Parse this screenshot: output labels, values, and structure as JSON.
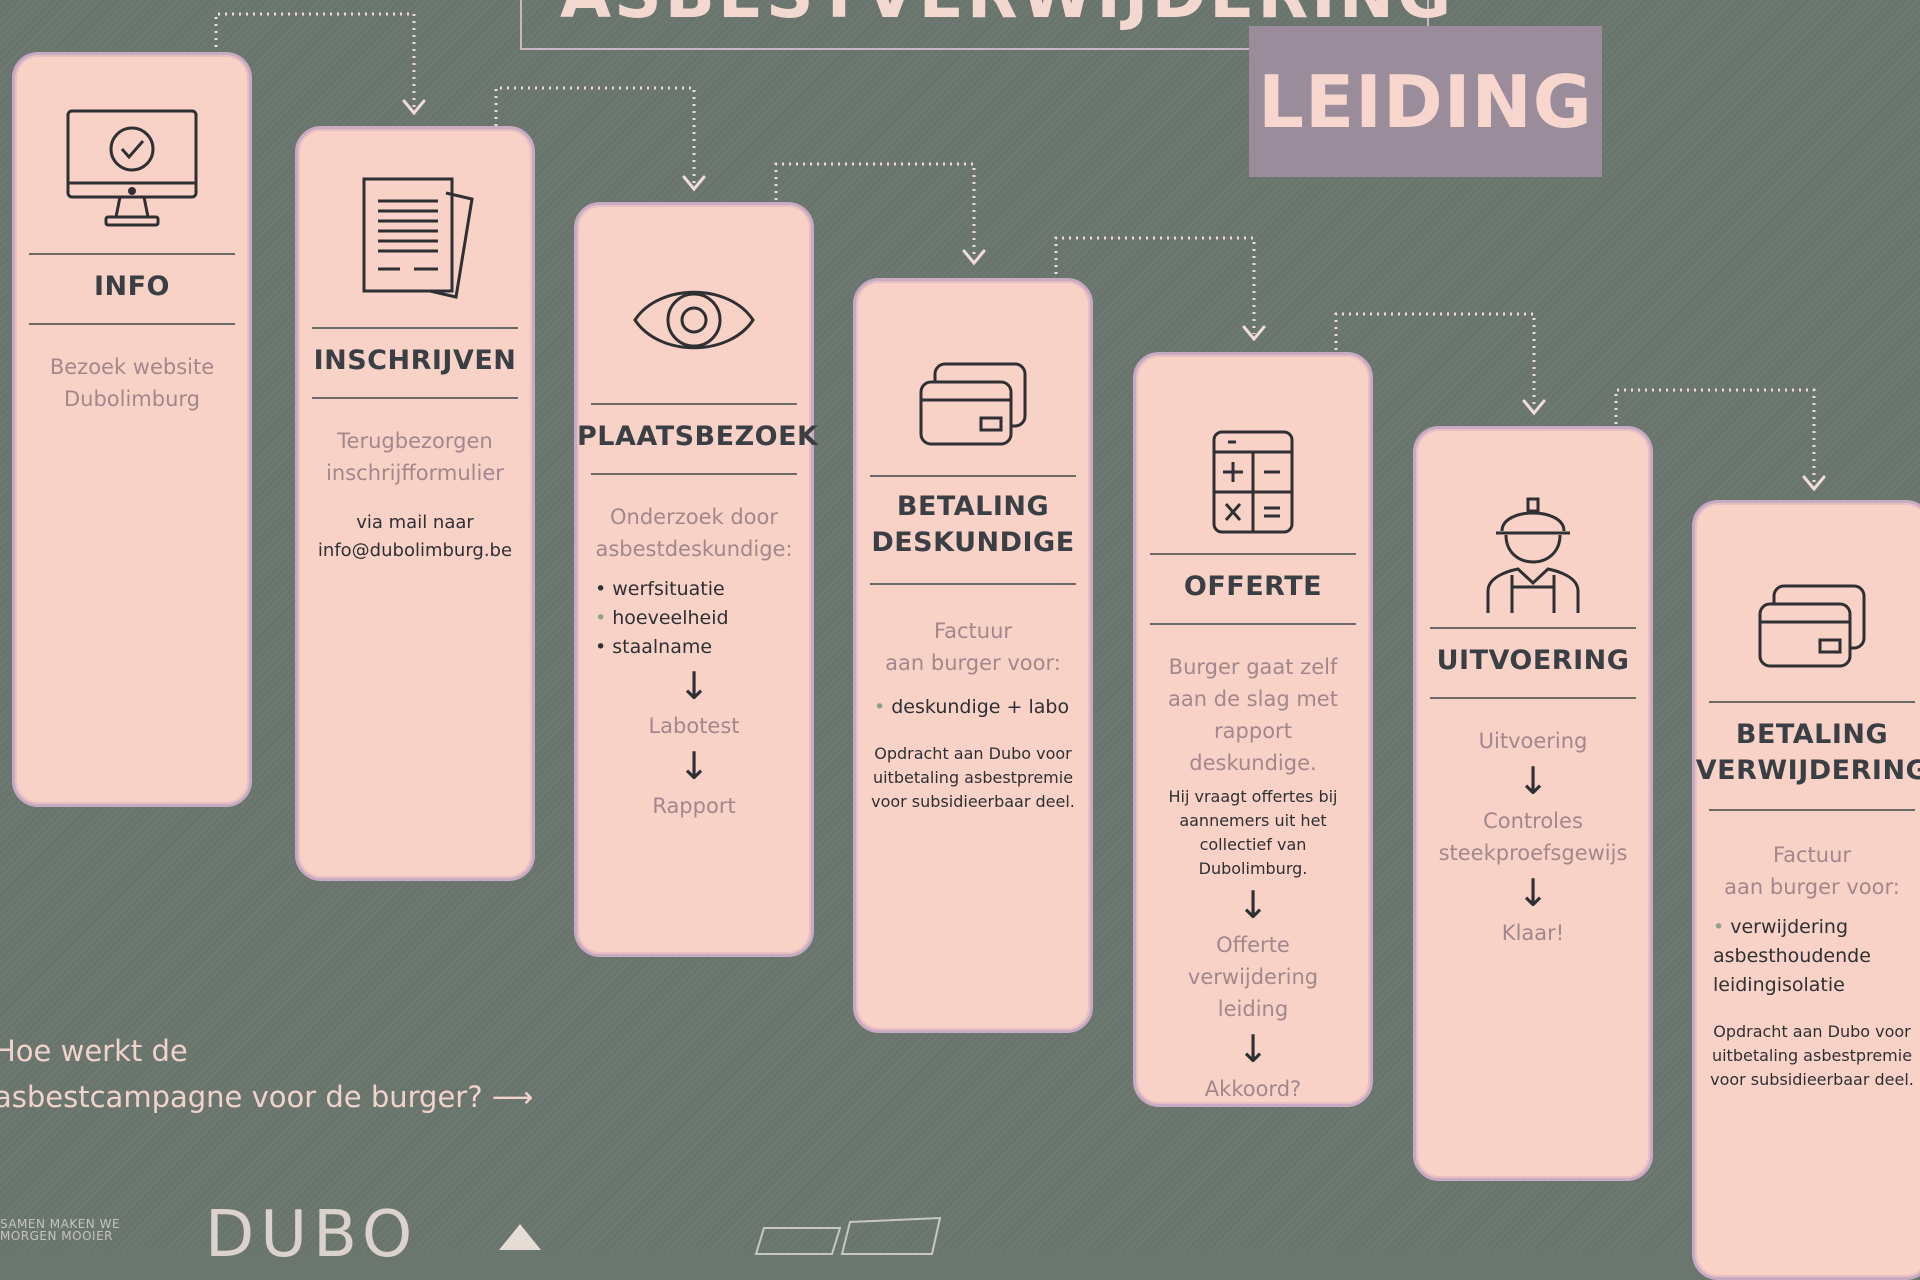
{
  "header": {
    "title": "ASBESTVERWIJDERING",
    "tag": "LEIDING"
  },
  "steps": [
    {
      "icon": "monitor-check-icon",
      "title": "INFO",
      "highlight": "Bezoek website Dubolimburg"
    },
    {
      "icon": "document-icon",
      "title": "INSCHRIJVEN",
      "highlight": "Terugbezorgen inschrijfformulier",
      "note": "via mail naar info@dubolimburg.be"
    },
    {
      "icon": "eye-icon",
      "title": "PLAATSBEZOEK",
      "highlight": "Onderzoek door asbestdeskundige:",
      "items": [
        "werfsituatie",
        "hoeveelheid",
        "staalname"
      ],
      "flow": [
        "Labotest",
        "Rapport"
      ]
    },
    {
      "icon": "credit-card-icon",
      "title_lines": [
        "BETALING",
        "DESKUNDIGE"
      ],
      "highlight_lines": [
        "Factuur",
        "aan burger voor:"
      ],
      "items": [
        "deskundige + labo"
      ],
      "note": "Opdracht aan Dubo voor uitbetaling asbestpremie voor subsidieerbaar deel."
    },
    {
      "icon": "calculator-icon",
      "title": "OFFERTE",
      "highlight": "Burger gaat zelf aan de slag met rapport deskundige.",
      "note": "Hij vraagt offertes bij aannemers uit het collectief van Dubolimburg.",
      "flow": [
        "Offerte verwijdering leiding",
        "Akkoord?"
      ]
    },
    {
      "icon": "worker-icon",
      "title": "UITVOERING",
      "highlight": "Uitvoering",
      "flow": [
        "Controles steekproefsgewijs",
        "Klaar!"
      ]
    },
    {
      "icon": "credit-card-icon",
      "title_lines": [
        "BETALING",
        "VERWIJDERING"
      ],
      "highlight_lines": [
        "Factuur",
        "aan burger voor:"
      ],
      "items": [
        "verwijdering asbesthoudende leidingisolatie"
      ],
      "note": "Opdracht aan Dubo voor uitbetaling asbestpremie voor subsidieerbaar deel."
    }
  ],
  "footer": {
    "question_line1": "Hoe werkt de",
    "question_line2": "asbestcampagne voor de burger?",
    "arrow": "⟶",
    "slogan_line1": "SAMEN MAKEN WE",
    "slogan_line2": "MORGEN MOOIER",
    "logo_text": "DUBO"
  },
  "colors": {
    "background": "#6b766f",
    "card": "#f8d2c7",
    "card_border": "#c8aac3",
    "tag_bg": "#9a8c9a",
    "highlight_text": "#a2878c",
    "dark_text": "#3a3f45",
    "connector": "#f0dcd8"
  }
}
